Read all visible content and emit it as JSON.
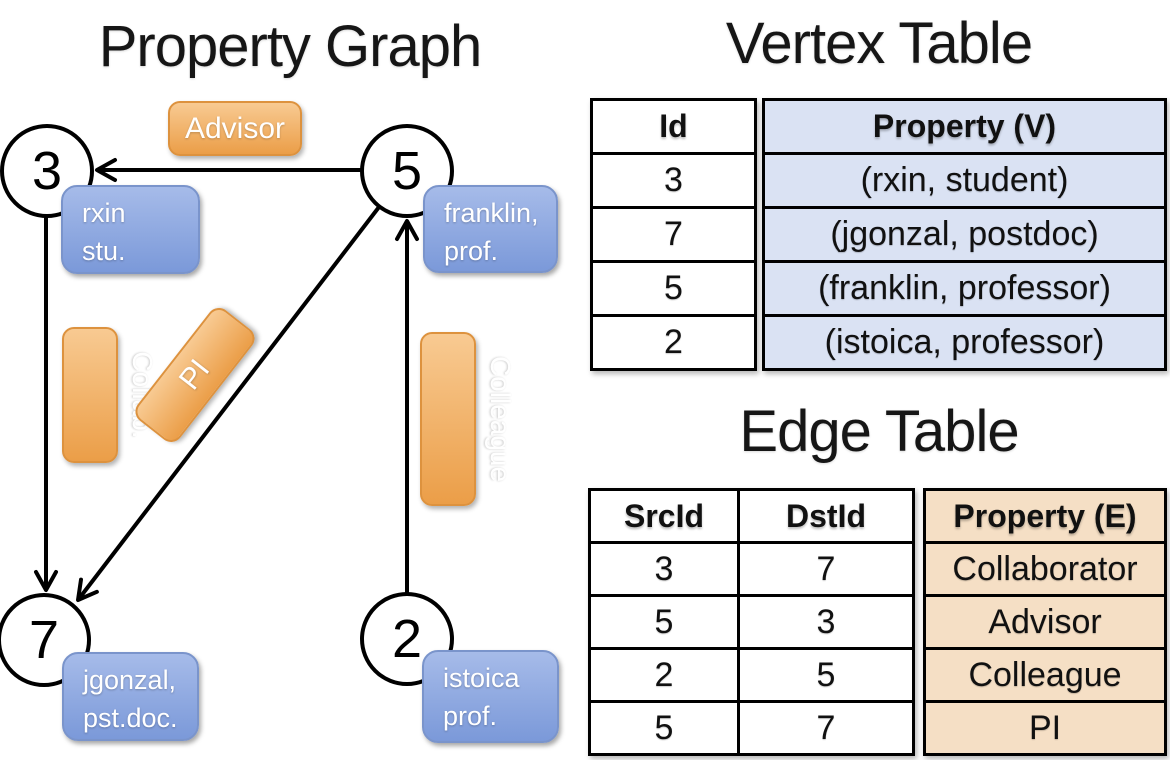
{
  "left_panel": {
    "title": "Property Graph",
    "nodes": [
      {
        "id": "3",
        "label_lines": [
          "rxin",
          "stu."
        ]
      },
      {
        "id": "5",
        "label_lines": [
          "franklin,",
          "prof."
        ]
      },
      {
        "id": "7",
        "label_lines": [
          "jgonzal,",
          "pst.doc."
        ]
      },
      {
        "id": "2",
        "label_lines": [
          "istoica",
          "prof."
        ]
      }
    ],
    "edges": [
      {
        "from": "5",
        "to": "3",
        "label": "Advisor"
      },
      {
        "from": "3",
        "to": "7",
        "label": "Collab."
      },
      {
        "from": "5",
        "to": "7",
        "label": "PI"
      },
      {
        "from": "2",
        "to": "5",
        "label": "Colleague"
      }
    ]
  },
  "vertex_table": {
    "title": "Vertex Table",
    "columns": [
      "Id",
      "Property (V)"
    ],
    "rows": [
      [
        "3",
        "(rxin, student)"
      ],
      [
        "7",
        "(jgonzal, postdoc)"
      ],
      [
        "5",
        "(franklin, professor)"
      ],
      [
        "2",
        "(istoica, professor)"
      ]
    ]
  },
  "edge_table": {
    "title": "Edge Table",
    "columns": [
      "SrcId",
      "DstId",
      "Property (E)"
    ],
    "rows": [
      [
        "3",
        "7",
        "Collaborator"
      ],
      [
        "5",
        "3",
        "Advisor"
      ],
      [
        "2",
        "5",
        "Colleague"
      ],
      [
        "5",
        "7",
        "PI"
      ]
    ]
  },
  "colors": {
    "edge_label_fill_top": "#f8ca92",
    "edge_label_fill_bottom": "#eb9e48",
    "edge_label_border": "#dd923e",
    "vertex_box_fill_top": "#a6bbe9",
    "vertex_box_fill_bottom": "#7b99d9",
    "vertex_box_border": "#7a94cb",
    "vertex_table_property_fill": "#dae2f3",
    "edge_table_property_fill": "#f5dfc5",
    "line_color": "#000000",
    "text_on_boxes": "#ffffff"
  }
}
